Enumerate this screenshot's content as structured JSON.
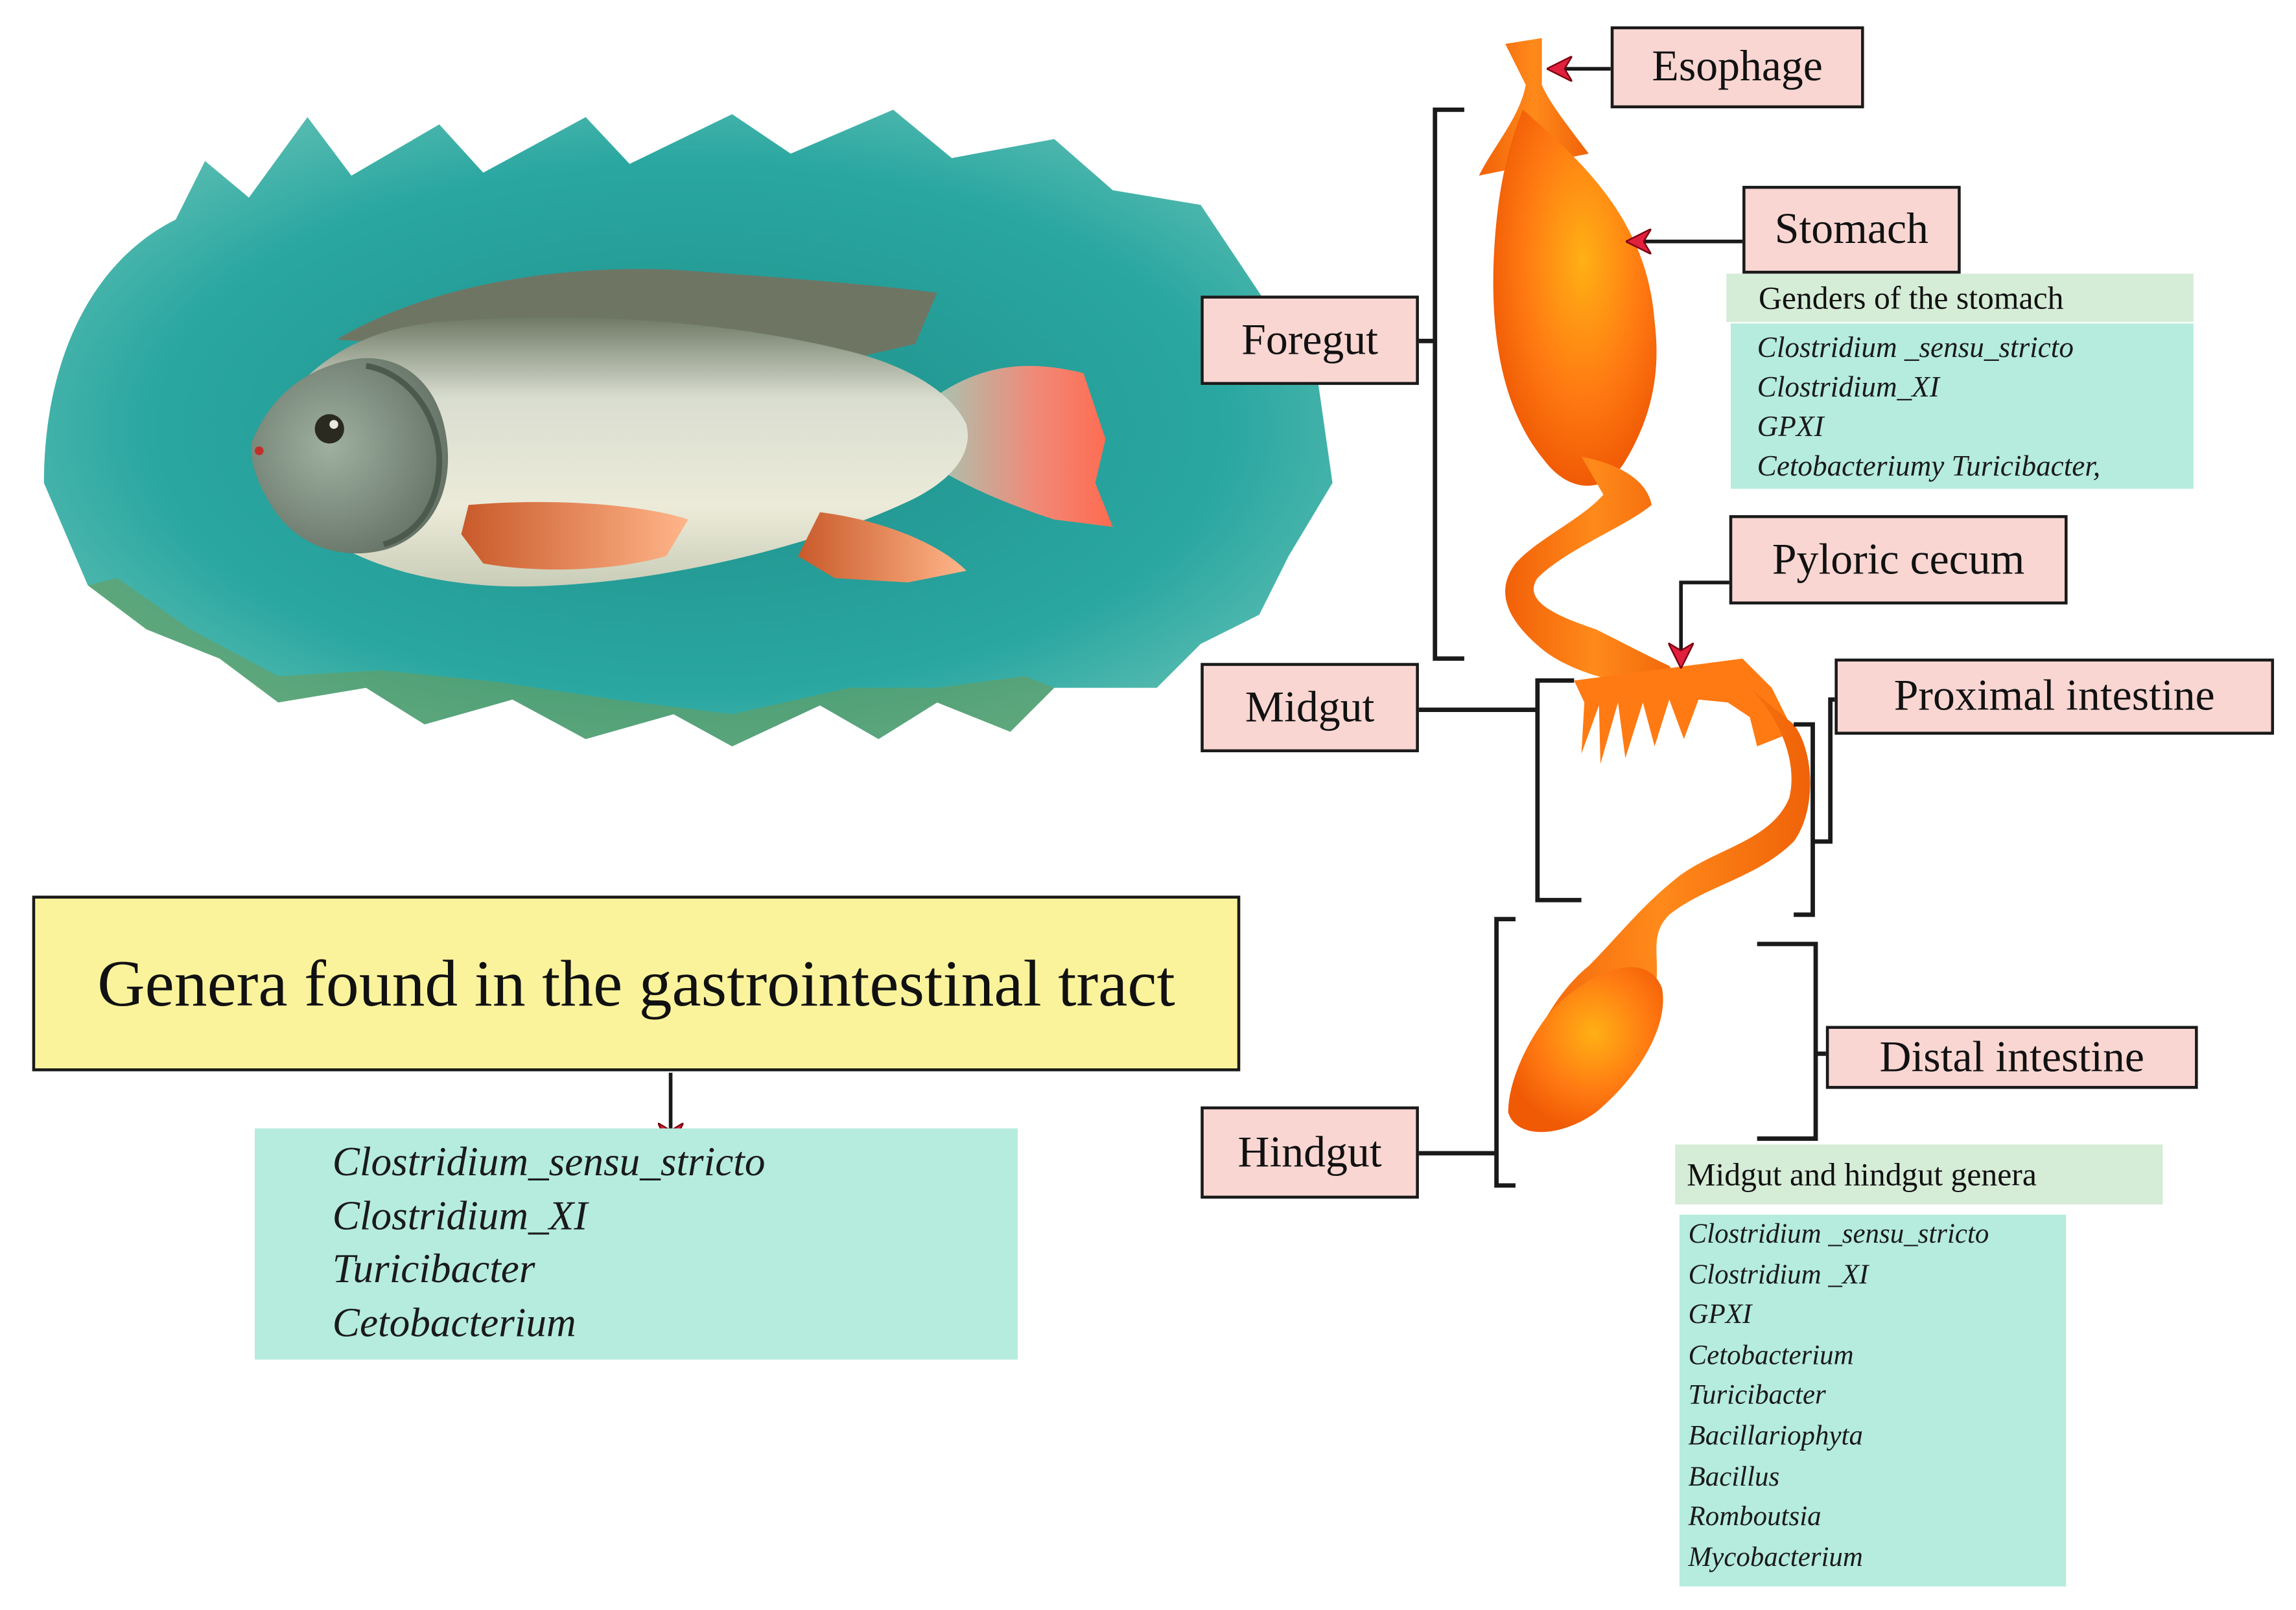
{
  "labels": {
    "esophage": "Esophage",
    "stomach": "Stomach",
    "foregut": "Foregut",
    "pyloric_cecum": "Pyloric cecum",
    "midgut": "Midgut",
    "proximal_intestine": "Proximal intestine",
    "distal_intestine": "Distal intestine",
    "hindgut": "Hindgut"
  },
  "stomach_panel": {
    "title": "Genders of the stomach",
    "genera": [
      "Clostridium _sensu_stricto",
      "Clostridium_XI",
      "GPXI",
      "Cetobacteriumy Turicibacter,"
    ]
  },
  "midhind_panel": {
    "title": "Midgut and hindgut genera",
    "genera": [
      "Clostridium _sensu_stricto",
      "Clostridium _XI",
      "GPXI",
      "Cetobacterium",
      "Turicibacter",
      "Bacillariophyta",
      "Bacillus",
      "Romboutsia",
      "Mycobacterium"
    ]
  },
  "tract_panel": {
    "title": "Genera found in the gastrointestinal tract",
    "genera": [
      "Clostridium_sensu_stricto",
      "Clostridium_XI",
      "Turicibacter",
      "Cetobacterium"
    ]
  },
  "colors": {
    "label_fill": "#f9d6d2",
    "title_fill": "#fbf39c",
    "genera_fill": "#b5ecdd",
    "header_fill": "#d5ecd6",
    "gut_orange": "#ff7a12",
    "water_teal": "#2aa39c",
    "arrow_red": "#e0203c"
  }
}
